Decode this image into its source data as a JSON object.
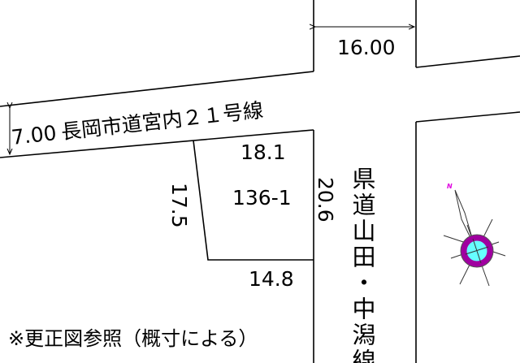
{
  "roads": {
    "city_road": {
      "width": "7.00",
      "name": "長岡市道宮内２１号線"
    },
    "prefectural_road": {
      "width": "16.00",
      "name": "県道山田・中潟線"
    }
  },
  "lot": {
    "number": "136-1",
    "sides": {
      "top": "18.1",
      "left": "17.5",
      "right": "20.6",
      "bottom": "14.8"
    }
  },
  "note": "※更正図参照（概寸による）",
  "compass": {
    "label": "N",
    "colors": {
      "ring": "#a000a0",
      "center": "#66ffff",
      "label": "#e000e0"
    }
  }
}
